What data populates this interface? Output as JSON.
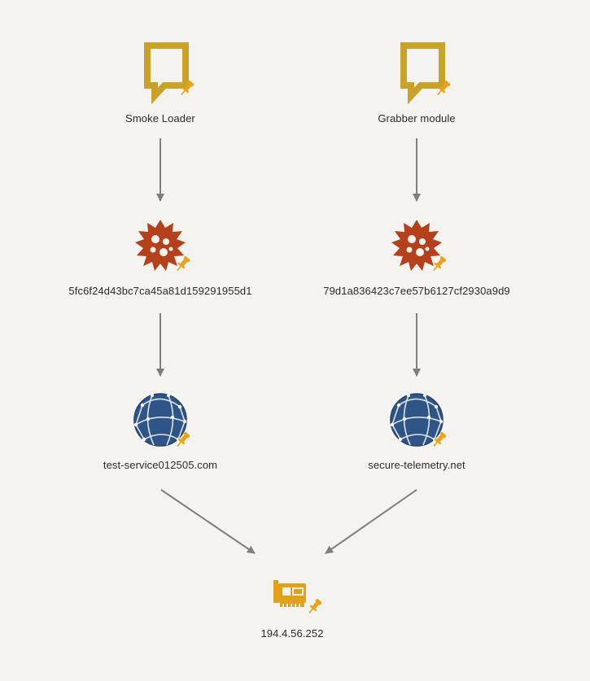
{
  "nodes": {
    "smoke_loader": {
      "label": "Smoke Loader",
      "icon": "comment-icon"
    },
    "grabber_module": {
      "label": "Grabber module",
      "icon": "comment-icon"
    },
    "hash_left": {
      "label": "5fc6f24d43bc7ca45a81d159291955d1",
      "icon": "malware-virus-icon"
    },
    "hash_right": {
      "label": "79d1a836423c7ee57b6127cf2930a9d9",
      "icon": "malware-virus-icon"
    },
    "domain_left": {
      "label": "test-service012505.com",
      "icon": "globe-domain-icon"
    },
    "domain_right": {
      "label": "secure-telemetry.net",
      "icon": "globe-domain-icon"
    },
    "ip_address": {
      "label": "194.4.56.252",
      "icon": "network-card-icon"
    }
  },
  "pin_icon": "pin-icon",
  "colors": {
    "background": "#f4f3f0",
    "comment": "#c9a227",
    "malware": "#b5411c",
    "globe": "#2f5587",
    "network_card": "#e3a01a",
    "pin": "#e8a317",
    "edge": "#808080"
  }
}
